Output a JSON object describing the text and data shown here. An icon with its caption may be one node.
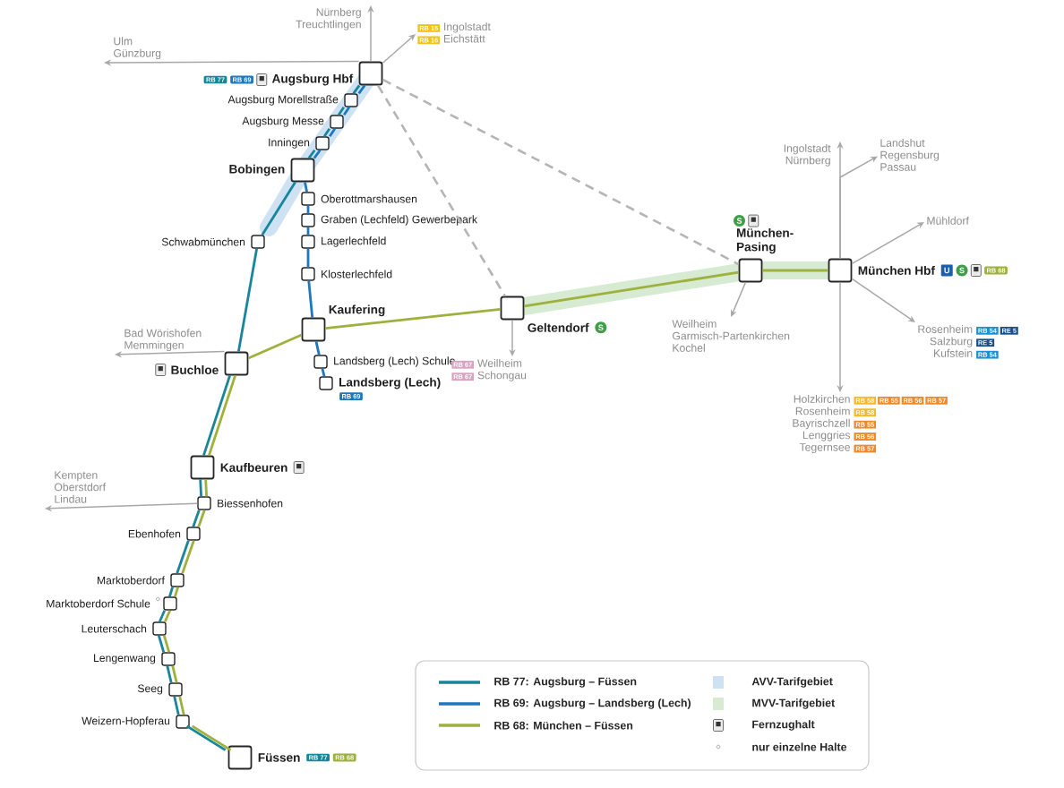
{
  "diagram": {
    "nodes": [
      {
        "text": [
          "Augsburg Hbf"
        ]
      },
      {
        "text": [
          "Augsburg Morellstraße"
        ]
      },
      {
        "text": [
          "Augsburg Messe"
        ]
      },
      {
        "text": [
          "Inningen"
        ]
      },
      {
        "text": [
          "Bobingen"
        ]
      },
      {
        "text": [
          "Oberottmarshausen"
        ]
      },
      {
        "text": [
          "Graben (Lechfeld) Gewerbepark"
        ]
      },
      {
        "text": [
          "Lagerlechfeld"
        ]
      },
      {
        "text": [
          "Klosterlechfeld"
        ]
      },
      {
        "text": [
          "Kaufering"
        ]
      },
      {
        "text": [
          "Landsberg (Lech) Schule"
        ]
      },
      {
        "text": [
          "Landsberg (Lech)"
        ]
      },
      {
        "text": [
          "Schwabmünchen"
        ]
      },
      {
        "text": [
          "Buchloe"
        ]
      },
      {
        "text": [
          "Kaufbeuren"
        ]
      },
      {
        "text": [
          "Biessenhofen"
        ]
      },
      {
        "text": [
          "Ebenhofen"
        ]
      },
      {
        "text": [
          "Marktoberdorf"
        ]
      },
      {
        "text": [
          "Marktoberdorf Schule"
        ]
      },
      {
        "text": [
          "Leuterschach"
        ]
      },
      {
        "text": [
          "Lengenwang"
        ]
      },
      {
        "text": [
          "Seeg"
        ]
      },
      {
        "text": [
          "Weizern-Hopferau"
        ]
      },
      {
        "text": [
          "Füssen"
        ]
      },
      {
        "text": [
          "Geltendorf"
        ]
      },
      {
        "text": [
          "München-Pasing"
        ]
      },
      {
        "text": [
          "München Hbf"
        ]
      },
      {
        "text": [
          "Nürnberg",
          "Treuchtlingen"
        ]
      },
      {
        "text": [
          "Ulm",
          "Günzburg"
        ]
      },
      {
        "text": [
          "Ingolstadt",
          "Eichstätt"
        ]
      },
      {
        "text": [
          "Bad Wörishofen",
          "Memmingen"
        ]
      },
      {
        "text": [
          "Kempten",
          "Oberstdorf",
          "Lindau"
        ]
      },
      {
        "text": [
          "Weilheim",
          "Schongau"
        ]
      },
      {
        "text": [
          "Weilheim",
          "Garmisch-Partenkirchen",
          "Kochel"
        ]
      },
      {
        "text": [
          "Ingolstadt",
          "Nürnberg"
        ]
      },
      {
        "text": [
          "Landshut",
          "Regensburg",
          "Passau"
        ]
      },
      {
        "text": [
          "Mühldorf"
        ]
      },
      {
        "text": [
          "Rosenheim",
          "Salzburg",
          "Kufstein"
        ]
      },
      {
        "text": [
          "Holzkirchen",
          "Rosenheim",
          "Bayrischzell",
          "Lenggries",
          "Tegernsee"
        ]
      }
    ],
    "edges": [
      {
        "from": 0,
        "to": 1,
        "arrow": "none",
        "color": "#17869a"
      },
      {
        "from": 1,
        "to": 2,
        "arrow": "none",
        "color": "#17869a"
      },
      {
        "from": 2,
        "to": 3,
        "arrow": "none",
        "color": "#17869a"
      },
      {
        "from": 3,
        "to": 4,
        "arrow": "none",
        "color": "#17869a"
      },
      {
        "from": 4,
        "to": 12,
        "arrow": "none",
        "color": "#17869a"
      },
      {
        "from": 12,
        "to": 13,
        "arrow": "none",
        "color": "#17869a"
      },
      {
        "from": 13,
        "to": 14,
        "arrow": "none",
        "color": "#17869a"
      },
      {
        "from": 14,
        "to": 15,
        "arrow": "none",
        "color": "#17869a"
      },
      {
        "from": 15,
        "to": 16,
        "arrow": "none",
        "color": "#17869a"
      },
      {
        "from": 16,
        "to": 17,
        "arrow": "none",
        "color": "#17869a"
      },
      {
        "from": 17,
        "to": 18,
        "arrow": "none",
        "color": "#17869a"
      },
      {
        "from": 18,
        "to": 19,
        "arrow": "none",
        "color": "#17869a"
      },
      {
        "from": 19,
        "to": 20,
        "arrow": "none",
        "color": "#17869a"
      },
      {
        "from": 20,
        "to": 21,
        "arrow": "none",
        "color": "#17869a"
      },
      {
        "from": 21,
        "to": 22,
        "arrow": "none",
        "color": "#17869a"
      },
      {
        "from": 22,
        "to": 23,
        "arrow": "none",
        "color": "#17869a"
      },
      {
        "from": 0,
        "to": 1,
        "arrow": "none",
        "color": "#1d78bf"
      },
      {
        "from": 1,
        "to": 2,
        "arrow": "none",
        "color": "#1d78bf"
      },
      {
        "from": 2,
        "to": 3,
        "arrow": "none",
        "color": "#1d78bf"
      },
      {
        "from": 3,
        "to": 4,
        "arrow": "none",
        "color": "#1d78bf"
      },
      {
        "from": 4,
        "to": 5,
        "arrow": "none",
        "color": "#1d78bf"
      },
      {
        "from": 5,
        "to": 6,
        "arrow": "none",
        "color": "#1d78bf"
      },
      {
        "from": 6,
        "to": 7,
        "arrow": "none",
        "color": "#1d78bf"
      },
      {
        "from": 7,
        "to": 8,
        "arrow": "none",
        "color": "#1d78bf"
      },
      {
        "from": 8,
        "to": 9,
        "arrow": "none",
        "color": "#1d78bf"
      },
      {
        "from": 9,
        "to": 10,
        "arrow": "none",
        "color": "#1d78bf"
      },
      {
        "from": 10,
        "to": 11,
        "arrow": "none",
        "color": "#1d78bf"
      },
      {
        "from": 26,
        "to": 25,
        "arrow": "none",
        "color": "#9db13c"
      },
      {
        "from": 25,
        "to": 24,
        "arrow": "none",
        "color": "#9db13c"
      },
      {
        "from": 24,
        "to": 9,
        "arrow": "none",
        "color": "#9db13c"
      },
      {
        "from": 9,
        "to": 13,
        "arrow": "none",
        "color": "#9db13c"
      },
      {
        "from": 13,
        "to": 14,
        "arrow": "none",
        "color": "#9db13c"
      },
      {
        "from": 14,
        "to": 15,
        "arrow": "none",
        "color": "#9db13c"
      },
      {
        "from": 15,
        "to": 16,
        "arrow": "none",
        "color": "#9db13c"
      },
      {
        "from": 16,
        "to": 17,
        "arrow": "none",
        "color": "#9db13c"
      },
      {
        "from": 17,
        "to": 18,
        "arrow": "none",
        "color": "#9db13c"
      },
      {
        "from": 18,
        "to": 19,
        "arrow": "none",
        "color": "#9db13c"
      },
      {
        "from": 19,
        "to": 20,
        "arrow": "none",
        "color": "#9db13c"
      },
      {
        "from": 20,
        "to": 21,
        "arrow": "none",
        "color": "#9db13c"
      },
      {
        "from": 21,
        "to": 22,
        "arrow": "none",
        "color": "#9db13c"
      },
      {
        "from": 22,
        "to": 23,
        "arrow": "none",
        "color": "#9db13c"
      },
      {
        "from": 0,
        "to": 24,
        "arrow": "none",
        "style": "dashed",
        "color": "#b5b5b5"
      },
      {
        "from": 0,
        "to": 25,
        "arrow": "none",
        "style": "dashed",
        "color": "#b5b5b5"
      },
      {
        "from": 0,
        "to": 27,
        "arrow": "to",
        "color": "#a8a8a8"
      },
      {
        "from": 0,
        "to": 28,
        "arrow": "to",
        "color": "#a8a8a8"
      },
      {
        "from": 0,
        "to": 29,
        "arrow": "to",
        "color": "#a8a8a8"
      },
      {
        "from": 13,
        "to": 30,
        "arrow": "to",
        "color": "#a8a8a8"
      },
      {
        "from": 15,
        "to": 31,
        "arrow": "to",
        "color": "#a8a8a8"
      },
      {
        "from": 24,
        "to": 32,
        "arrow": "to",
        "color": "#a8a8a8"
      },
      {
        "from": 25,
        "to": 33,
        "arrow": "to",
        "color": "#a8a8a8"
      },
      {
        "from": 26,
        "to": 34,
        "arrow": "to",
        "color": "#a8a8a8"
      },
      {
        "from": 26,
        "to": 35,
        "arrow": "to",
        "color": "#a8a8a8"
      },
      {
        "from": 26,
        "to": 36,
        "arrow": "to",
        "color": "#a8a8a8"
      },
      {
        "from": 26,
        "to": 37,
        "arrow": "to",
        "color": "#a8a8a8"
      },
      {
        "from": 26,
        "to": 38,
        "arrow": "to",
        "color": "#a8a8a8"
      }
    ],
    "labels": [
      "RB 77",
      "RB 69",
      "RB 15",
      "RB 16",
      "RB 69",
      "RB 67",
      "RB 67",
      "RB 68",
      "RB 54",
      "RE 5",
      "RE 5",
      "RB 54",
      "RB 58",
      "RB 55",
      "RB 56",
      "RB 57",
      "RB 58",
      "RB 55",
      "RB 56",
      "RB 57",
      "RB 77",
      "RB 68",
      "S",
      "U",
      "S",
      "S"
    ],
    "legend": [
      {
        "text": "RB 77: Augsburg – Füssen"
      },
      {
        "text": "RB 69: Augsburg – Landsberg (Lech)"
      },
      {
        "text": "RB 68: München – Füssen"
      },
      {
        "text": "AVV-Tarifgebiet",
        "color": "#cfe2f3"
      },
      {
        "text": "MVV-Tarifgebiet",
        "color": "#d6ebd1"
      },
      {
        "text": "Fernzughalt"
      },
      {
        "text": "nur einzelne Halte"
      }
    ]
  }
}
